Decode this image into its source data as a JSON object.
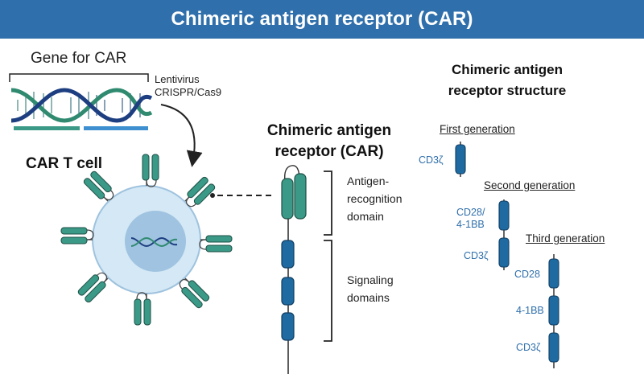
{
  "header": {
    "title": "Chimeric antigen receptor (CAR)"
  },
  "gene": {
    "title": "Gene for CAR",
    "vectors": [
      "Lentivirus",
      "CRISPR/Cas9"
    ]
  },
  "cell": {
    "title": "CAR T cell"
  },
  "car": {
    "title_lines": [
      "Chimeric antigen",
      "receptor (CAR)"
    ],
    "antigen_domain_lines": [
      "Antigen-",
      "recognition",
      "domain"
    ],
    "signaling_lines": [
      "Signaling",
      "domains"
    ]
  },
  "structure": {
    "title_lines": [
      "Chimeric antigen",
      "receptor structure"
    ],
    "first_generation": {
      "label": "First generation",
      "domains": [
        "CD3ζ"
      ]
    },
    "second_generation": {
      "label": "Second generation",
      "domains": [
        "CD28/\n4-1BB",
        "CD3ζ"
      ]
    },
    "third_generation": {
      "label": "Third generation",
      "domains": [
        "CD28",
        "4-1BB",
        "CD3ζ"
      ]
    }
  },
  "colors": {
    "banner": "#2f6fab",
    "teal": "#3a9a87",
    "blue": "#1f6aa0",
    "label_blue": "#2f6fab"
  }
}
